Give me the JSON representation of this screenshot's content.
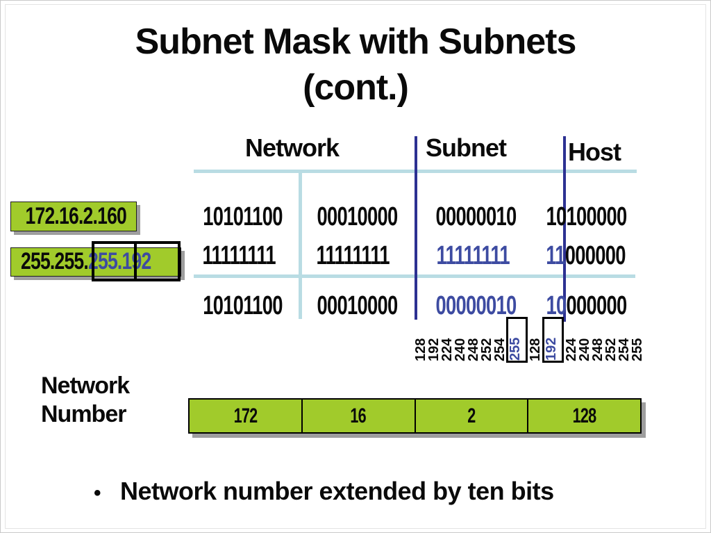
{
  "colors": {
    "green": "#a1cb2b",
    "cyan_line": "#b9dce3",
    "blue_line": "#2d3192",
    "blue_text": "#3d4ba1",
    "shadow_gray": "#9e9e9e"
  },
  "title": {
    "line1": "Subnet Mask with Subnets",
    "line2": "(cont.)"
  },
  "headers": {
    "network": "Network",
    "subnet": "Subnet",
    "host": "Host"
  },
  "ip_box": {
    "value": "172.16.2.160"
  },
  "mask_box": {
    "seg_black": "255.255.",
    "seg_octet3": "255",
    "seg_dot": ".",
    "seg_octet4": "192"
  },
  "binary": {
    "ip": {
      "o1": "10101100",
      "o2": "00010000",
      "o3": "00000010",
      "o4": "10100000"
    },
    "mask": {
      "o1": "11111111",
      "o2": "11111111",
      "o3": "11111111",
      "o4_subnet": "11",
      "o4_host": "000000"
    },
    "result": {
      "o1": "10101100",
      "o2": "00010000",
      "o3": "00000010",
      "o4_subnet": "10",
      "o4_host": "000000"
    }
  },
  "scale": {
    "group1": [
      "128",
      "192",
      "224",
      "240",
      "248",
      "252",
      "254",
      "255"
    ],
    "group1_highlighted": "255",
    "group2": [
      "128",
      "192",
      "224",
      "240",
      "248",
      "252",
      "254",
      "255"
    ],
    "group2_highlighted": "192"
  },
  "network_number": {
    "label_line1": "Network",
    "label_line2": "Number",
    "cells": [
      "172",
      "16",
      "2",
      "128"
    ]
  },
  "bullet": {
    "marker": "•",
    "text": "Network number extended by ten bits"
  }
}
